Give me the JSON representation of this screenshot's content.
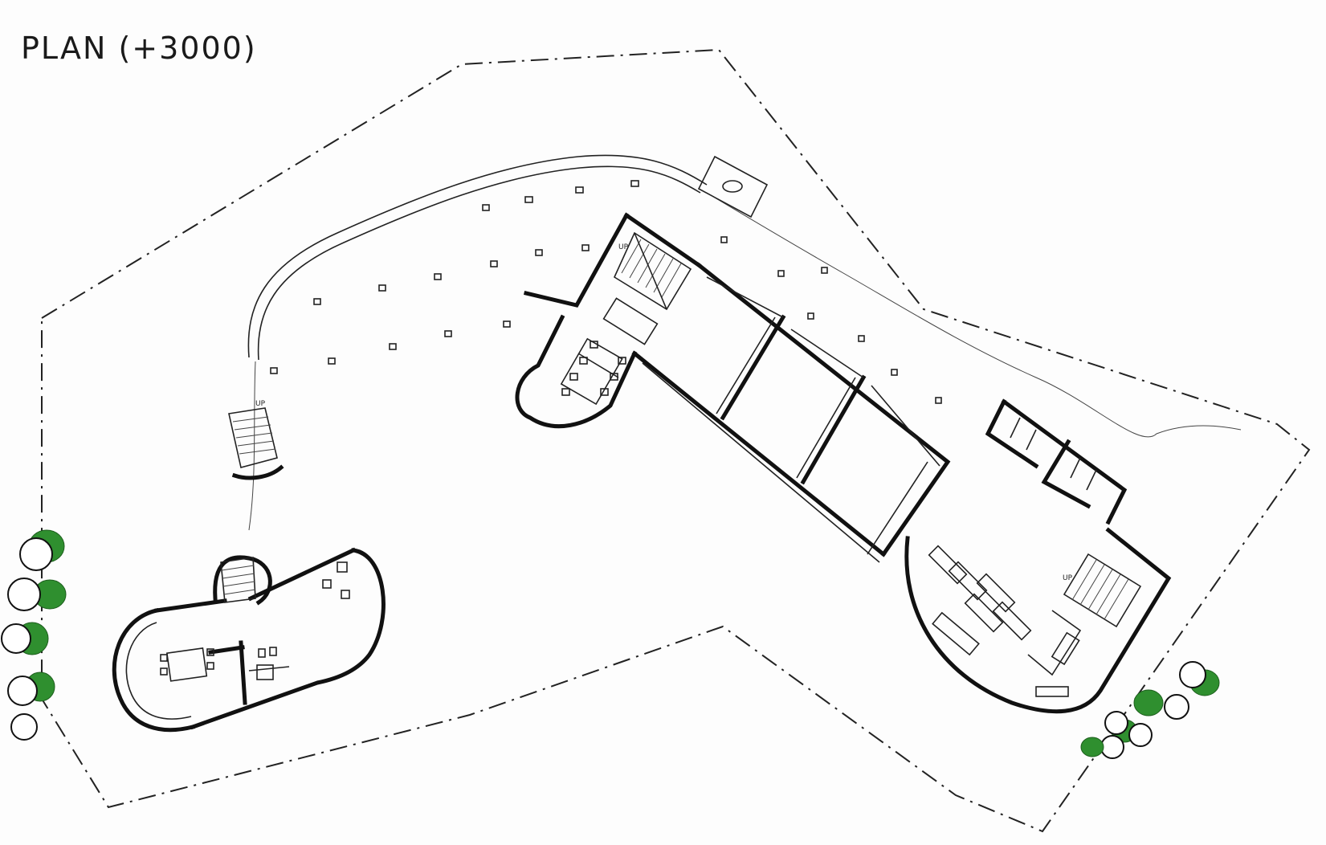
{
  "drawing": {
    "title": "PLAN (+3000)",
    "stair_labels": [
      "UP",
      "UP",
      "UP"
    ],
    "colors": {
      "ink": "#111111",
      "vegetation": "#2f8f2f",
      "paper": "#fdfdfd"
    }
  }
}
